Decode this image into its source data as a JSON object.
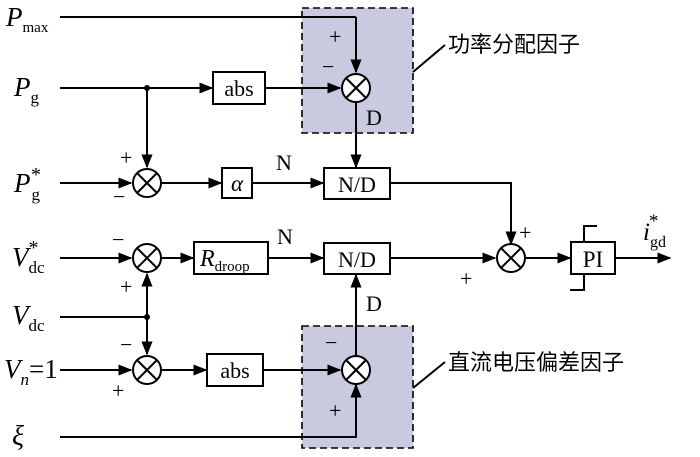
{
  "inputs": {
    "pmax": {
      "base": "P",
      "sub": "max",
      "sup": ""
    },
    "pg": {
      "base": "P",
      "sub": "g",
      "sup": ""
    },
    "pg_ref": {
      "base": "P",
      "sub": "g",
      "sup": "*"
    },
    "vdc_ref": {
      "base": "V",
      "sub": "dc",
      "sup": "*"
    },
    "vdc": {
      "base": "V",
      "sub": "dc",
      "sup": ""
    },
    "vn": {
      "base": "V",
      "sub": "n",
      "tail": "=1"
    },
    "xi": {
      "base": "ξ"
    }
  },
  "blocks": {
    "abs_top": "abs",
    "alpha": "α",
    "nd_top": "N/D",
    "rdroop": {
      "base": "R",
      "sub": "droop"
    },
    "nd_bottom": "N/D",
    "abs_bottom": "abs",
    "pi": "PI"
  },
  "signals": {
    "n_top": "N",
    "d_top": "D",
    "n_bottom": "N",
    "d_bottom": "D"
  },
  "signs": {
    "plus": "+",
    "minus": "−"
  },
  "output": {
    "base": "i",
    "sub": "gd",
    "sup": "*"
  },
  "regions": {
    "power_factor": "功率分配因子",
    "voltage_factor": "直流电压偏差因子"
  },
  "colors": {
    "shade_fill": "#c9c9e0",
    "line": "#000000"
  }
}
